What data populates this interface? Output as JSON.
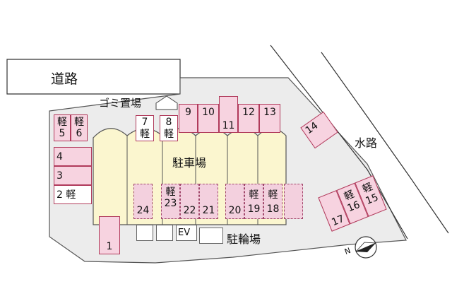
{
  "labels": {
    "road": "道路",
    "garbage": "ゴミ置場",
    "parking": "駐車場",
    "waterway": "水路",
    "bicycle": "駐輪場",
    "elevator": "EV",
    "north": "N"
  },
  "spaces": [
    {
      "id": "s5",
      "lines": [
        "軽",
        "5"
      ]
    },
    {
      "id": "s6",
      "lines": [
        "軽",
        "6"
      ]
    },
    {
      "id": "s4",
      "lines": [
        "4"
      ]
    },
    {
      "id": "s3",
      "lines": [
        "3"
      ]
    },
    {
      "id": "s2",
      "lines": [
        "2 軽"
      ]
    },
    {
      "id": "s7",
      "lines": [
        "7",
        "軽"
      ]
    },
    {
      "id": "s8",
      "lines": [
        "8",
        "軽"
      ]
    },
    {
      "id": "s9",
      "lines": [
        "9"
      ]
    },
    {
      "id": "s10",
      "lines": [
        "10"
      ]
    },
    {
      "id": "s11",
      "lines": [
        "11"
      ]
    },
    {
      "id": "s12",
      "lines": [
        "12"
      ]
    },
    {
      "id": "s13",
      "lines": [
        "13"
      ]
    },
    {
      "id": "s14",
      "lines": [
        "14"
      ]
    },
    {
      "id": "s1",
      "lines": [
        "1"
      ]
    },
    {
      "id": "s24",
      "lines": [
        "24"
      ]
    },
    {
      "id": "s23",
      "lines": [
        "軽",
        "23"
      ]
    },
    {
      "id": "s22",
      "lines": [
        "22"
      ]
    },
    {
      "id": "s21",
      "lines": [
        "21"
      ]
    },
    {
      "id": "s20",
      "lines": [
        "20"
      ]
    },
    {
      "id": "s19",
      "lines": [
        "軽",
        "19"
      ]
    },
    {
      "id": "s18",
      "lines": [
        "軽",
        "18"
      ]
    },
    {
      "id": "s17",
      "lines": [
        "17"
      ]
    },
    {
      "id": "s16",
      "lines": [
        "軽",
        "16"
      ]
    },
    {
      "id": "s15",
      "lines": [
        "軽",
        "15"
      ]
    }
  ]
}
